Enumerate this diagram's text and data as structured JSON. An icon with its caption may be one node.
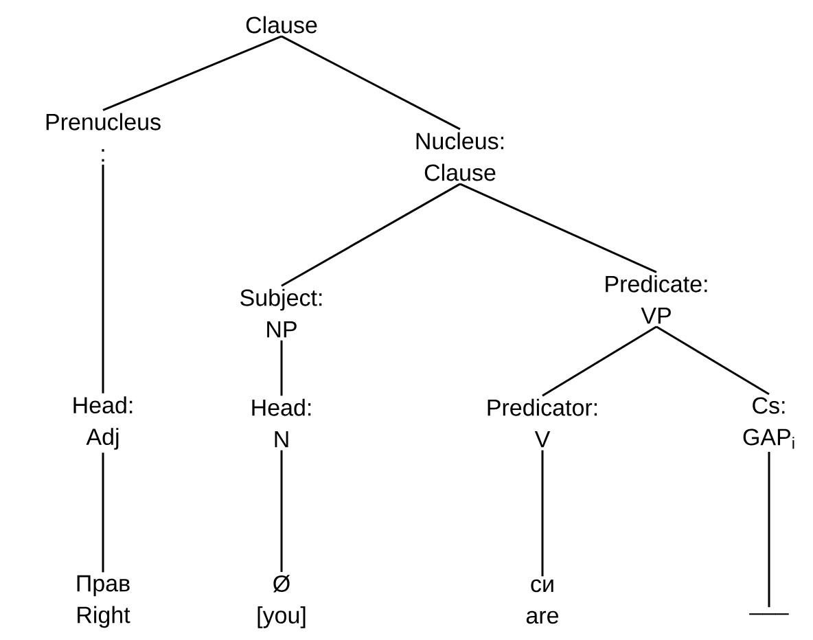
{
  "diagram": {
    "nodes": [
      {
        "text": [
          "Clause"
        ]
      },
      {
        "text": [
          "Prenucleus :"
        ]
      },
      {
        "text": [
          "Nucleus: Clause"
        ]
      },
      {
        "text": [
          "Subject: NP"
        ]
      },
      {
        "text": [
          "Predicate: VP"
        ]
      },
      {
        "text": [
          "Head: Adj"
        ]
      },
      {
        "text": [
          "Head: N"
        ]
      },
      {
        "text": [
          "Predicator: V"
        ]
      },
      {
        "text": [
          "Cs: GAP$_{i}$"
        ]
      },
      {
        "text": [
          "Прав Right"
        ]
      },
      {
        "text": [
          "Ø [you]"
        ]
      },
      {
        "text": [
          "си are"
        ]
      },
      {
        "text": [
          "___"
        ]
      }
    ],
    "edges": [
      {
        "from": 0,
        "to": 1,
        "arrow": "none"
      },
      {
        "from": 0,
        "to": 2,
        "arrow": "none"
      },
      {
        "from": 1,
        "to": 5,
        "arrow": "none"
      },
      {
        "from": 2,
        "to": 3,
        "arrow": "none"
      },
      {
        "from": 2,
        "to": 4,
        "arrow": "none"
      },
      {
        "from": 3,
        "to": 6,
        "arrow": "none"
      },
      {
        "from": 4,
        "to": 7,
        "arrow": "none"
      },
      {
        "from": 4,
        "to": 8,
        "arrow": "none"
      },
      {
        "from": 5,
        "to": 9,
        "arrow": "none"
      },
      {
        "from": 6,
        "to": 10,
        "arrow": "none"
      },
      {
        "from": 7,
        "to": 11,
        "arrow": "none"
      },
      {
        "from": 8,
        "to": 12,
        "arrow": "none"
      }
    ]
  }
}
